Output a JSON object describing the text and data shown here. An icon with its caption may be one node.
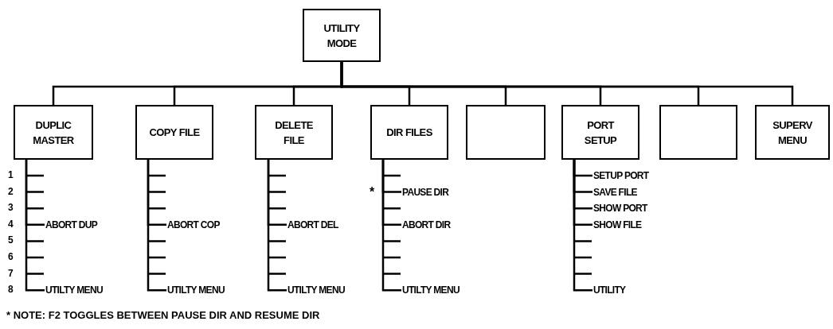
{
  "diagram": {
    "nodes": [
      {
        "text": [
          "UTILITY MODE"
        ]
      },
      {
        "text": [
          "DUPLIC MASTER"
        ]
      },
      {
        "text": [
          "COPY FILE"
        ]
      },
      {
        "text": [
          "DELETE FILE"
        ]
      },
      {
        "text": [
          "DIR FILES"
        ]
      },
      {
        "text": [],
        "shape": "box"
      },
      {
        "text": [
          "PORT SETUP"
        ]
      },
      {
        "text": [],
        "shape": "box"
      },
      {
        "text": [
          "SUPERV MENU"
        ]
      },
      {
        "text": [
          "ABORT DUP"
        ]
      },
      {
        "text": [
          "UTILTY MENU"
        ]
      },
      {
        "text": [
          "ABORT COP"
        ]
      },
      {
        "text": [
          "UTILTY MENU"
        ]
      },
      {
        "text": [
          "ABORT DEL"
        ]
      },
      {
        "text": [
          "UTILTY MENU"
        ]
      },
      {
        "text": [
          "PAUSE DIR"
        ]
      },
      {
        "text": [
          "ABORT DIR"
        ]
      },
      {
        "text": [
          "UTILTY MENU"
        ]
      },
      {
        "text": [
          "SETUP PORT"
        ]
      },
      {
        "text": [
          "SAVE FILE"
        ]
      },
      {
        "text": [
          "SHOW PORT"
        ]
      },
      {
        "text": [
          "SHOW FILE"
        ]
      },
      {
        "text": [
          "UTILITY"
        ]
      }
    ],
    "edges": [
      {
        "from": 0,
        "to": 1,
        "arrow": "none"
      },
      {
        "from": 0,
        "to": 2,
        "arrow": "none"
      },
      {
        "from": 0,
        "to": 3,
        "arrow": "none"
      },
      {
        "from": 0,
        "to": 4,
        "arrow": "none"
      },
      {
        "from": 0,
        "to": 5,
        "arrow": "none"
      },
      {
        "from": 0,
        "to": 6,
        "arrow": "none"
      },
      {
        "from": 0,
        "to": 7,
        "arrow": "none"
      },
      {
        "from": 0,
        "to": 8,
        "arrow": "none"
      },
      {
        "from": 1,
        "to": 9,
        "arrow": "none"
      },
      {
        "from": 1,
        "to": 10,
        "arrow": "none"
      },
      {
        "from": 2,
        "to": 11,
        "arrow": "none"
      },
      {
        "from": 2,
        "to": 12,
        "arrow": "none"
      },
      {
        "from": 3,
        "to": 13,
        "arrow": "none"
      },
      {
        "from": 3,
        "to": 14,
        "arrow": "none"
      },
      {
        "from": 4,
        "to": 15,
        "arrow": "none"
      },
      {
        "from": 4,
        "to": 16,
        "arrow": "none"
      },
      {
        "from": 4,
        "to": 17,
        "arrow": "none"
      },
      {
        "from": 6,
        "to": 18,
        "arrow": "none"
      },
      {
        "from": 6,
        "to": 19,
        "arrow": "none"
      },
      {
        "from": 6,
        "to": 20,
        "arrow": "none"
      },
      {
        "from": 6,
        "to": 21,
        "arrow": "none"
      },
      {
        "from": 6,
        "to": 22,
        "arrow": "none"
      }
    ],
    "labels": [
      "1",
      "2",
      "3",
      "4",
      "5",
      "6",
      "7",
      "8",
      "*",
      "* **NOTE:** F2 TOGGLES BETWEEN PAUSE DIR AND RESUME DIR"
    ]
  }
}
